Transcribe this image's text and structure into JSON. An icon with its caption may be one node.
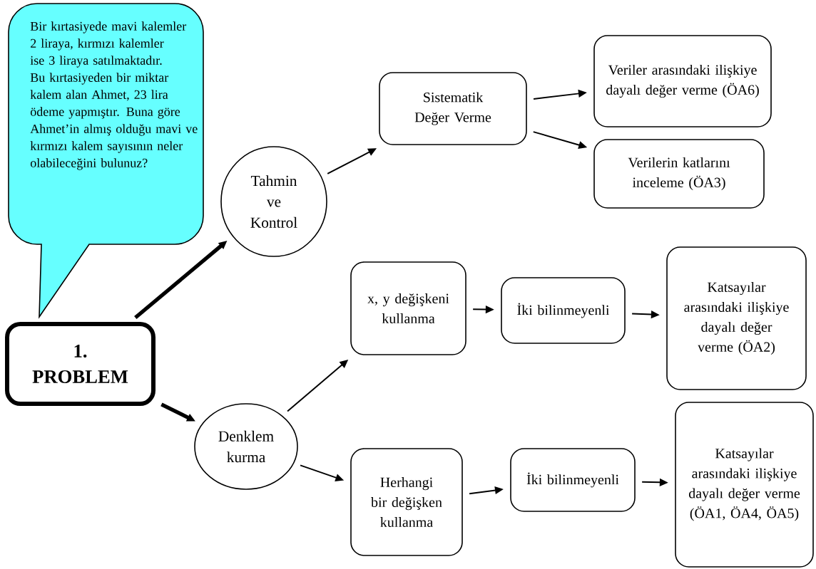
{
  "diagram": {
    "nodes": [
      {
        "text": [
          "Bir kırtasiyede mavi kalemler 2 liraya, kırmızı kalemler ise 3 liraya satılmaktadır. Bu kırtasiyeden bir miktar kalem alan Ahmet, 23 lira ödeme yapmıştır. Buna göre Ahmet’in almış olduğu mavi ve kırmızı kalem sayısının neler olabileceğini bulunuz?"
        ]
      },
      {
        "text": [
          "1. PROBLEM"
        ]
      },
      {
        "text": [
          "Tahmin ve Kontrol"
        ]
      },
      {
        "text": [
          "Sistematik Değer Verme"
        ]
      },
      {
        "text": [
          "Veriler arasındaki ilişkiye dayalı değer verme (ÖA6)"
        ]
      },
      {
        "text": [
          "Verilerin katlarını inceleme (ÖA3)"
        ]
      },
      {
        "text": [
          "Denklem kurma"
        ]
      },
      {
        "text": [
          "x, y değişkeni kullanma"
        ]
      },
      {
        "text": [
          "İki bilinmeyenli"
        ]
      },
      {
        "text": [
          "Katsayılar arasındaki ilişkiye dayalı değer verme (ÖA2)"
        ]
      },
      {
        "text": [
          "Herhangi bir değişken kullanma"
        ]
      },
      {
        "text": [
          "İki bilinmeyenli"
        ]
      },
      {
        "text": [
          "Katsayılar arasındaki ilişkiye dayalı değer verme (ÖA1, ÖA4, ÖA5)"
        ]
      }
    ],
    "edges": [
      {
        "from": 1,
        "to": 2,
        "arrow": "to",
        "style": "thick"
      },
      {
        "from": 1,
        "to": 6,
        "arrow": "to",
        "style": "thick"
      },
      {
        "from": 2,
        "to": 3,
        "arrow": "to"
      },
      {
        "from": 3,
        "to": 4,
        "arrow": "to"
      },
      {
        "from": 3,
        "to": 5,
        "arrow": "to"
      },
      {
        "from": 6,
        "to": 7,
        "arrow": "to"
      },
      {
        "from": 6,
        "to": 10,
        "arrow": "to"
      },
      {
        "from": 7,
        "to": 8,
        "arrow": "to"
      },
      {
        "from": 8,
        "to": 9,
        "arrow": "to"
      },
      {
        "from": 10,
        "to": 11,
        "arrow": "to"
      },
      {
        "from": 11,
        "to": 12,
        "arrow": "to"
      }
    ]
  }
}
